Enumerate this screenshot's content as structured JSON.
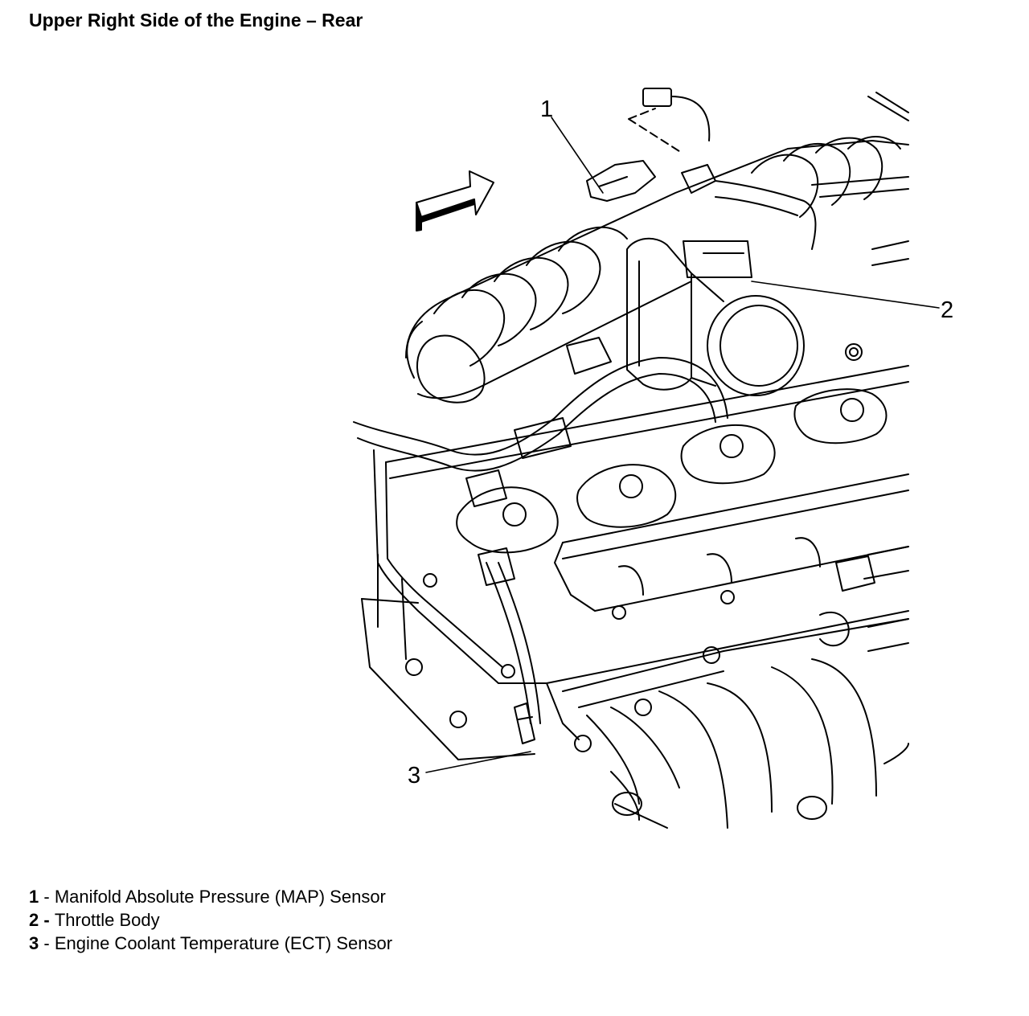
{
  "title": "Upper Right Side of the Engine – Rear",
  "callouts": [
    {
      "number": "1"
    },
    {
      "number": "2"
    },
    {
      "number": "3"
    }
  ],
  "legend": [
    {
      "number": "1",
      "separator": " - ",
      "label": "Manifold Absolute Pressure (MAP) Sensor"
    },
    {
      "number": "2",
      "separator": " - ",
      "label": "Throttle Body"
    },
    {
      "number": "3",
      "separator": " - ",
      "label": "Engine Coolant Temperature (ECT) Sensor"
    }
  ],
  "colors": {
    "ink": "#000000",
    "paper": "#ffffff"
  }
}
